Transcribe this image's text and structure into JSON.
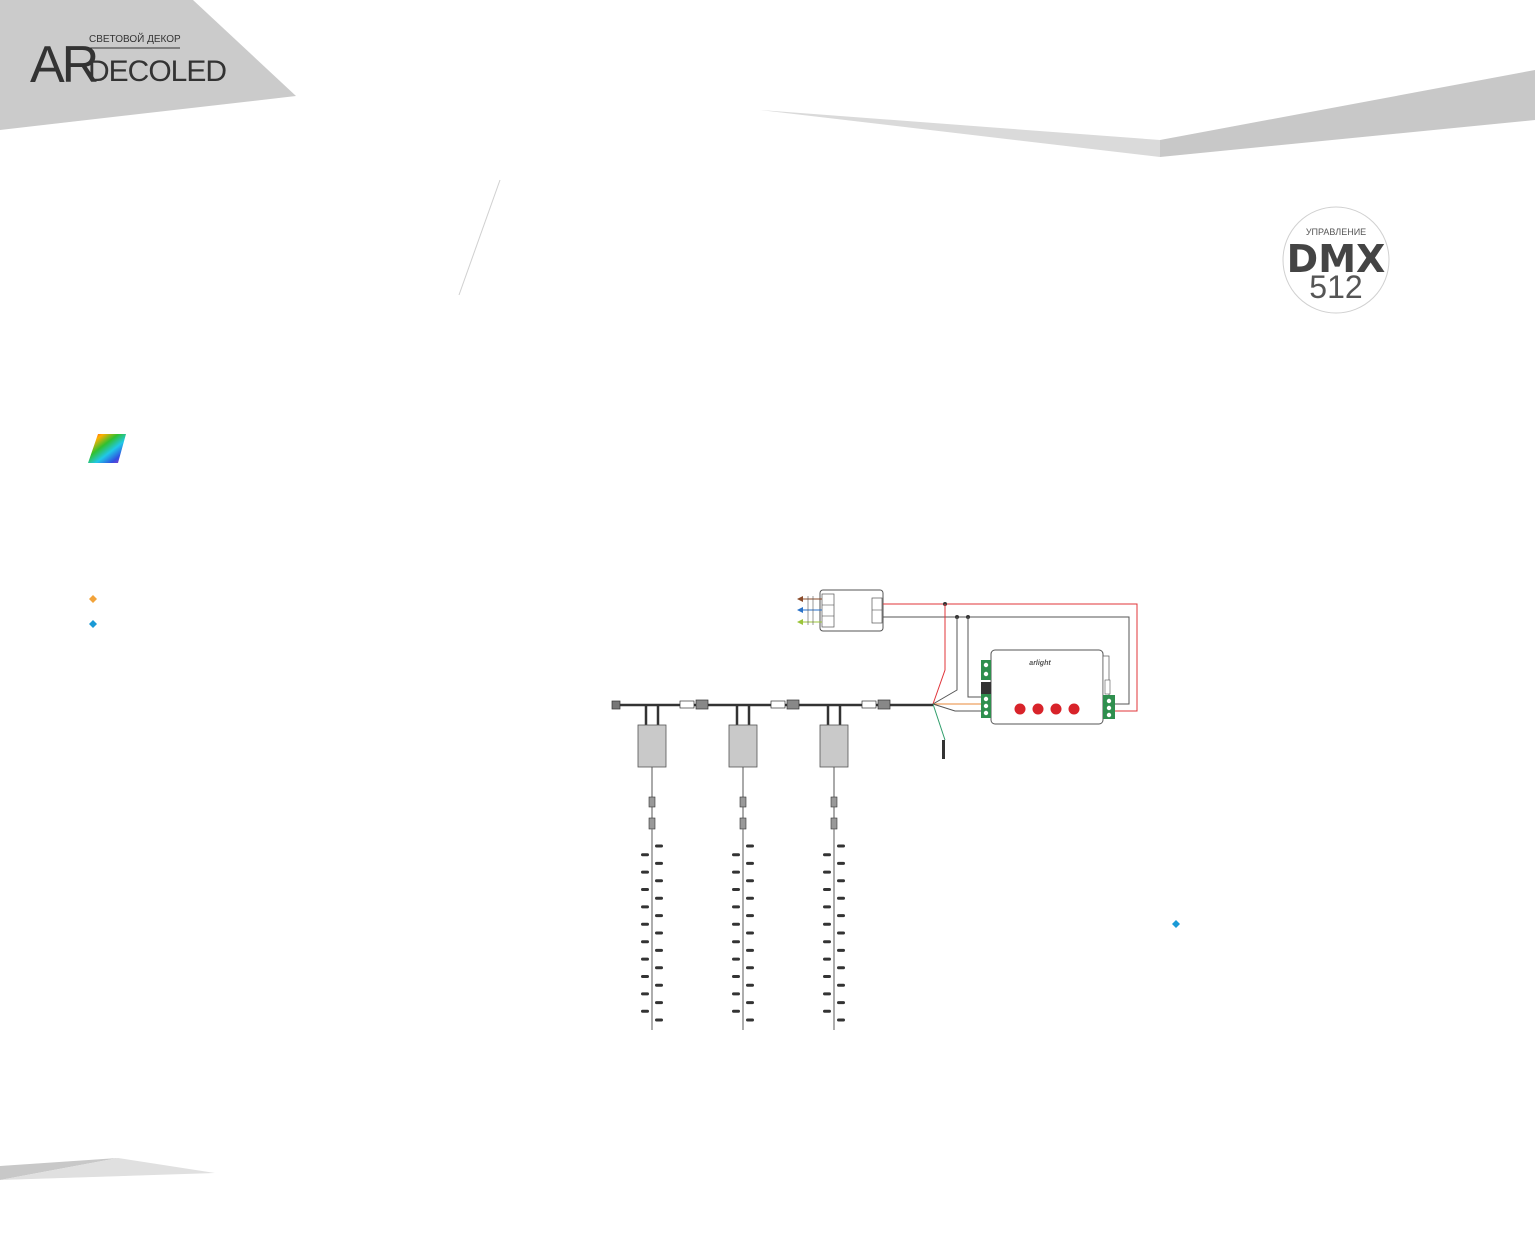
{
  "logo": {
    "brand_main": "AR",
    "brand_sub": "DECOLED",
    "tagline": "СВЕТОВОЙ ДЕКОР"
  },
  "badge": {
    "top_text": "УПРАВЛЕНИЕ",
    "main_text": "DMX",
    "number_text": "512"
  },
  "diagram": {
    "controller_brand": "arlight",
    "colors": {
      "background": "#ffffff",
      "header_gray": "#c8c8c8",
      "wire_red": "#e0343a",
      "wire_gray": "#555555",
      "wire_green": "#2e9d6a",
      "wire_orange": "#e8883a",
      "wire_brown": "#8a4b2a",
      "wire_blue": "#2a72c8",
      "wire_yellow_green": "#9bc43a",
      "terminal_green": "#2f8f4e",
      "button_red": "#d8232a",
      "marker_orange": "#f2a33a",
      "marker_blue": "#1a9ad6"
    }
  }
}
